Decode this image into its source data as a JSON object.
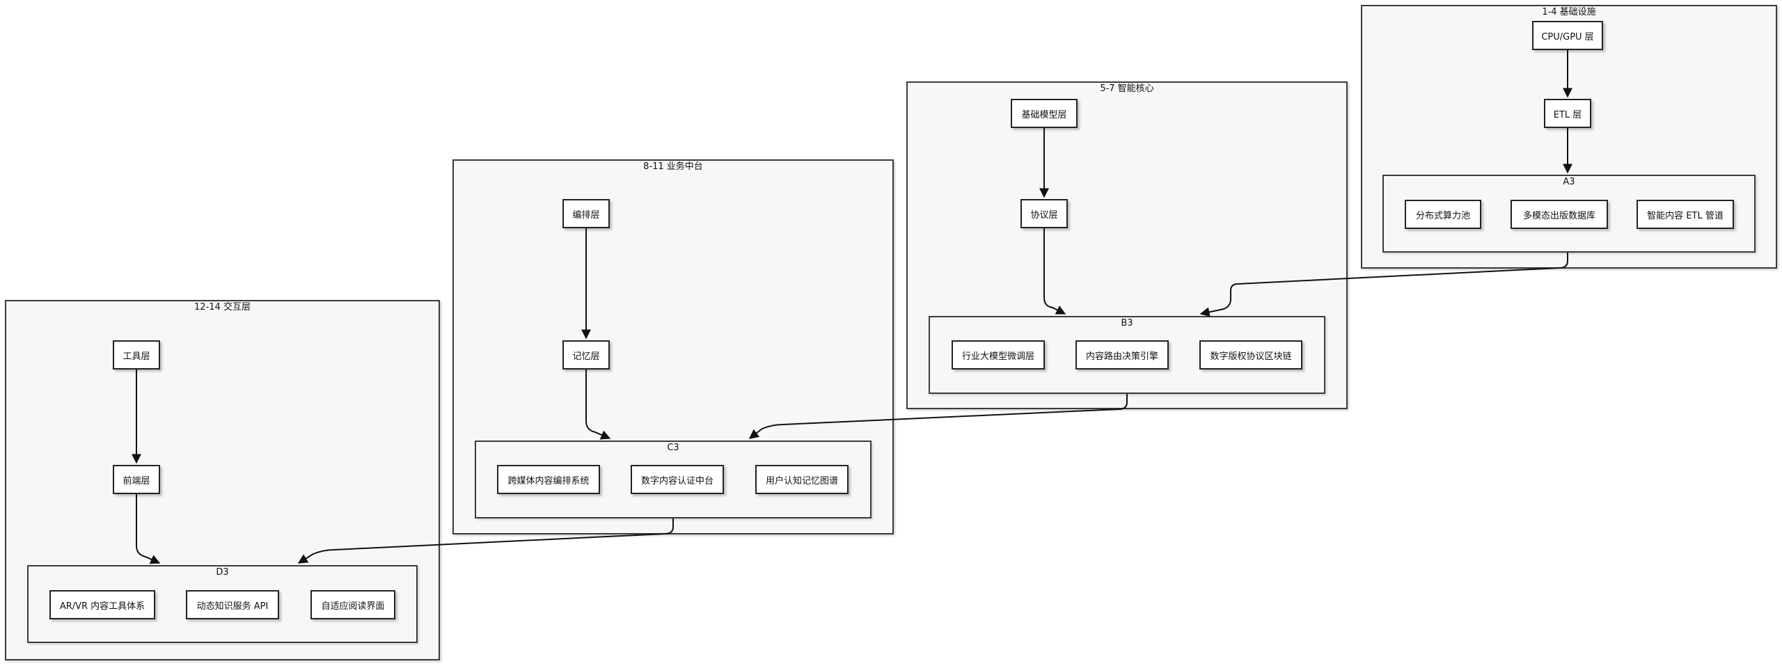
{
  "clusters": {
    "c1": {
      "title": "1-4 基础设施",
      "nodes": {
        "cpu": "CPU/GPU 层",
        "etl": "ETL 层"
      },
      "sub": {
        "title": "A3",
        "items": [
          "分布式算力池",
          "多模态出版数据库",
          "智能内容 ETL 管道"
        ]
      }
    },
    "c2": {
      "title": "5-7 智能核心",
      "nodes": {
        "base": "基础模型层",
        "proto": "协议层"
      },
      "sub": {
        "title": "B3",
        "items": [
          "行业大模型微调层",
          "内容路由决策引擎",
          "数字版权协议区块链"
        ]
      }
    },
    "c3": {
      "title": "8-11 业务中台",
      "nodes": {
        "orch": "编排层",
        "mem": "记忆层"
      },
      "sub": {
        "title": "C3",
        "items": [
          "跨媒体内容编排系统",
          "数字内容认证中台",
          "用户认知记忆图谱"
        ]
      }
    },
    "c4": {
      "title": "12-14 交互层",
      "nodes": {
        "tool": "工具层",
        "front": "前端层"
      },
      "sub": {
        "title": "D3",
        "items": [
          "AR/VR 内容工具体系",
          "动态知识服务 API",
          "自适应阅读界面"
        ]
      }
    }
  }
}
